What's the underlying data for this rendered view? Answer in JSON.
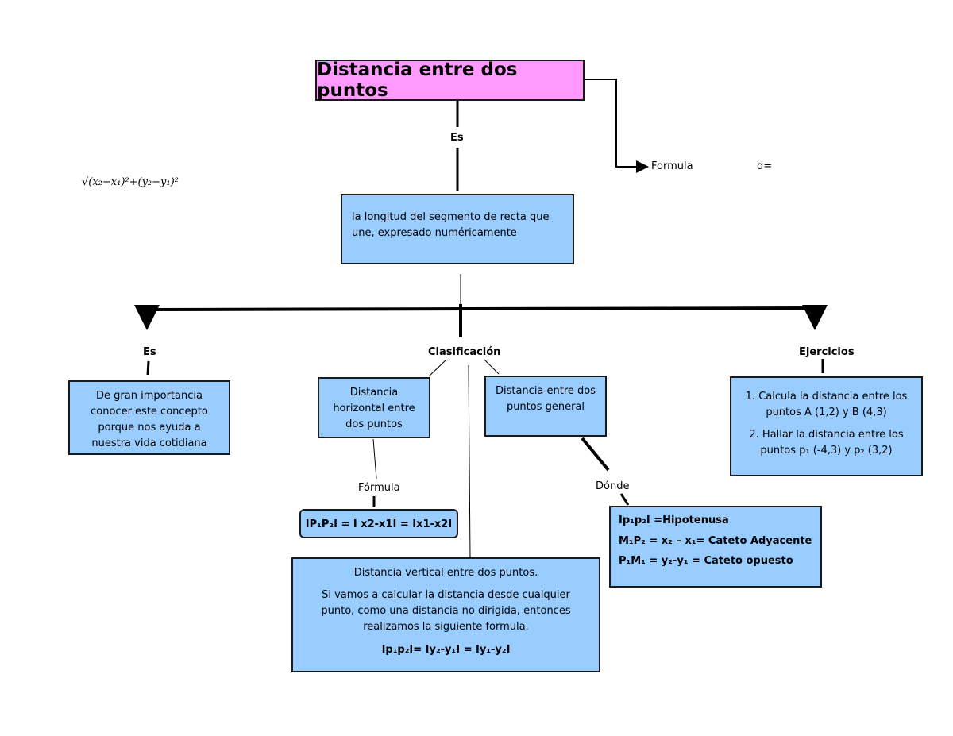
{
  "title": "Distancia entre dos puntos",
  "top_link": "Es",
  "formula": {
    "label": "Formula",
    "d_label": "d=",
    "expression": "√(x₂−x₁)²+(y₂−y₁)²"
  },
  "definition": "la longitud del segmento de recta que une, expresado numéricamente",
  "branches": {
    "es": {
      "label": "Es",
      "text": "De gran importancia conocer este concepto porque nos ayuda a nuestra vida cotidiana"
    },
    "clasificacion": {
      "label": "Clasificación",
      "horizontal": {
        "text": "Distancia horizontal entre dos puntos",
        "formula_label": "Fórmula",
        "formula": "IP₁P₂I = I x2-x1I = Ix1-x2I"
      },
      "general": {
        "text": "Distancia entre dos puntos general",
        "donde_label": "Dónde",
        "lines": [
          "Ip₁p₂I =Hipotenusa",
          "M₁P₂ = x₂ – x₁= Cateto Adyacente",
          "P₁M₁ = y₂-y₁ = Cateto opuesto"
        ]
      },
      "vertical": {
        "title": "Distancia vertical entre dos puntos.",
        "text": "Si vamos a calcular la distancia desde cualquier punto, como una distancia no dirigida, entonces realizamos la siguiente formula.",
        "formula": "Ip₁p₂I= Iy₂-y₁I = Iy₁-y₂I"
      }
    },
    "ejercicios": {
      "label": "Ejercicios",
      "items": [
        "1. Calcula la distancia entre los puntos A (1,2) y B (4,3)",
        "2. Hallar la distancia entre los puntos p₁ (-4,3) y p₂ (3,2)"
      ]
    }
  }
}
